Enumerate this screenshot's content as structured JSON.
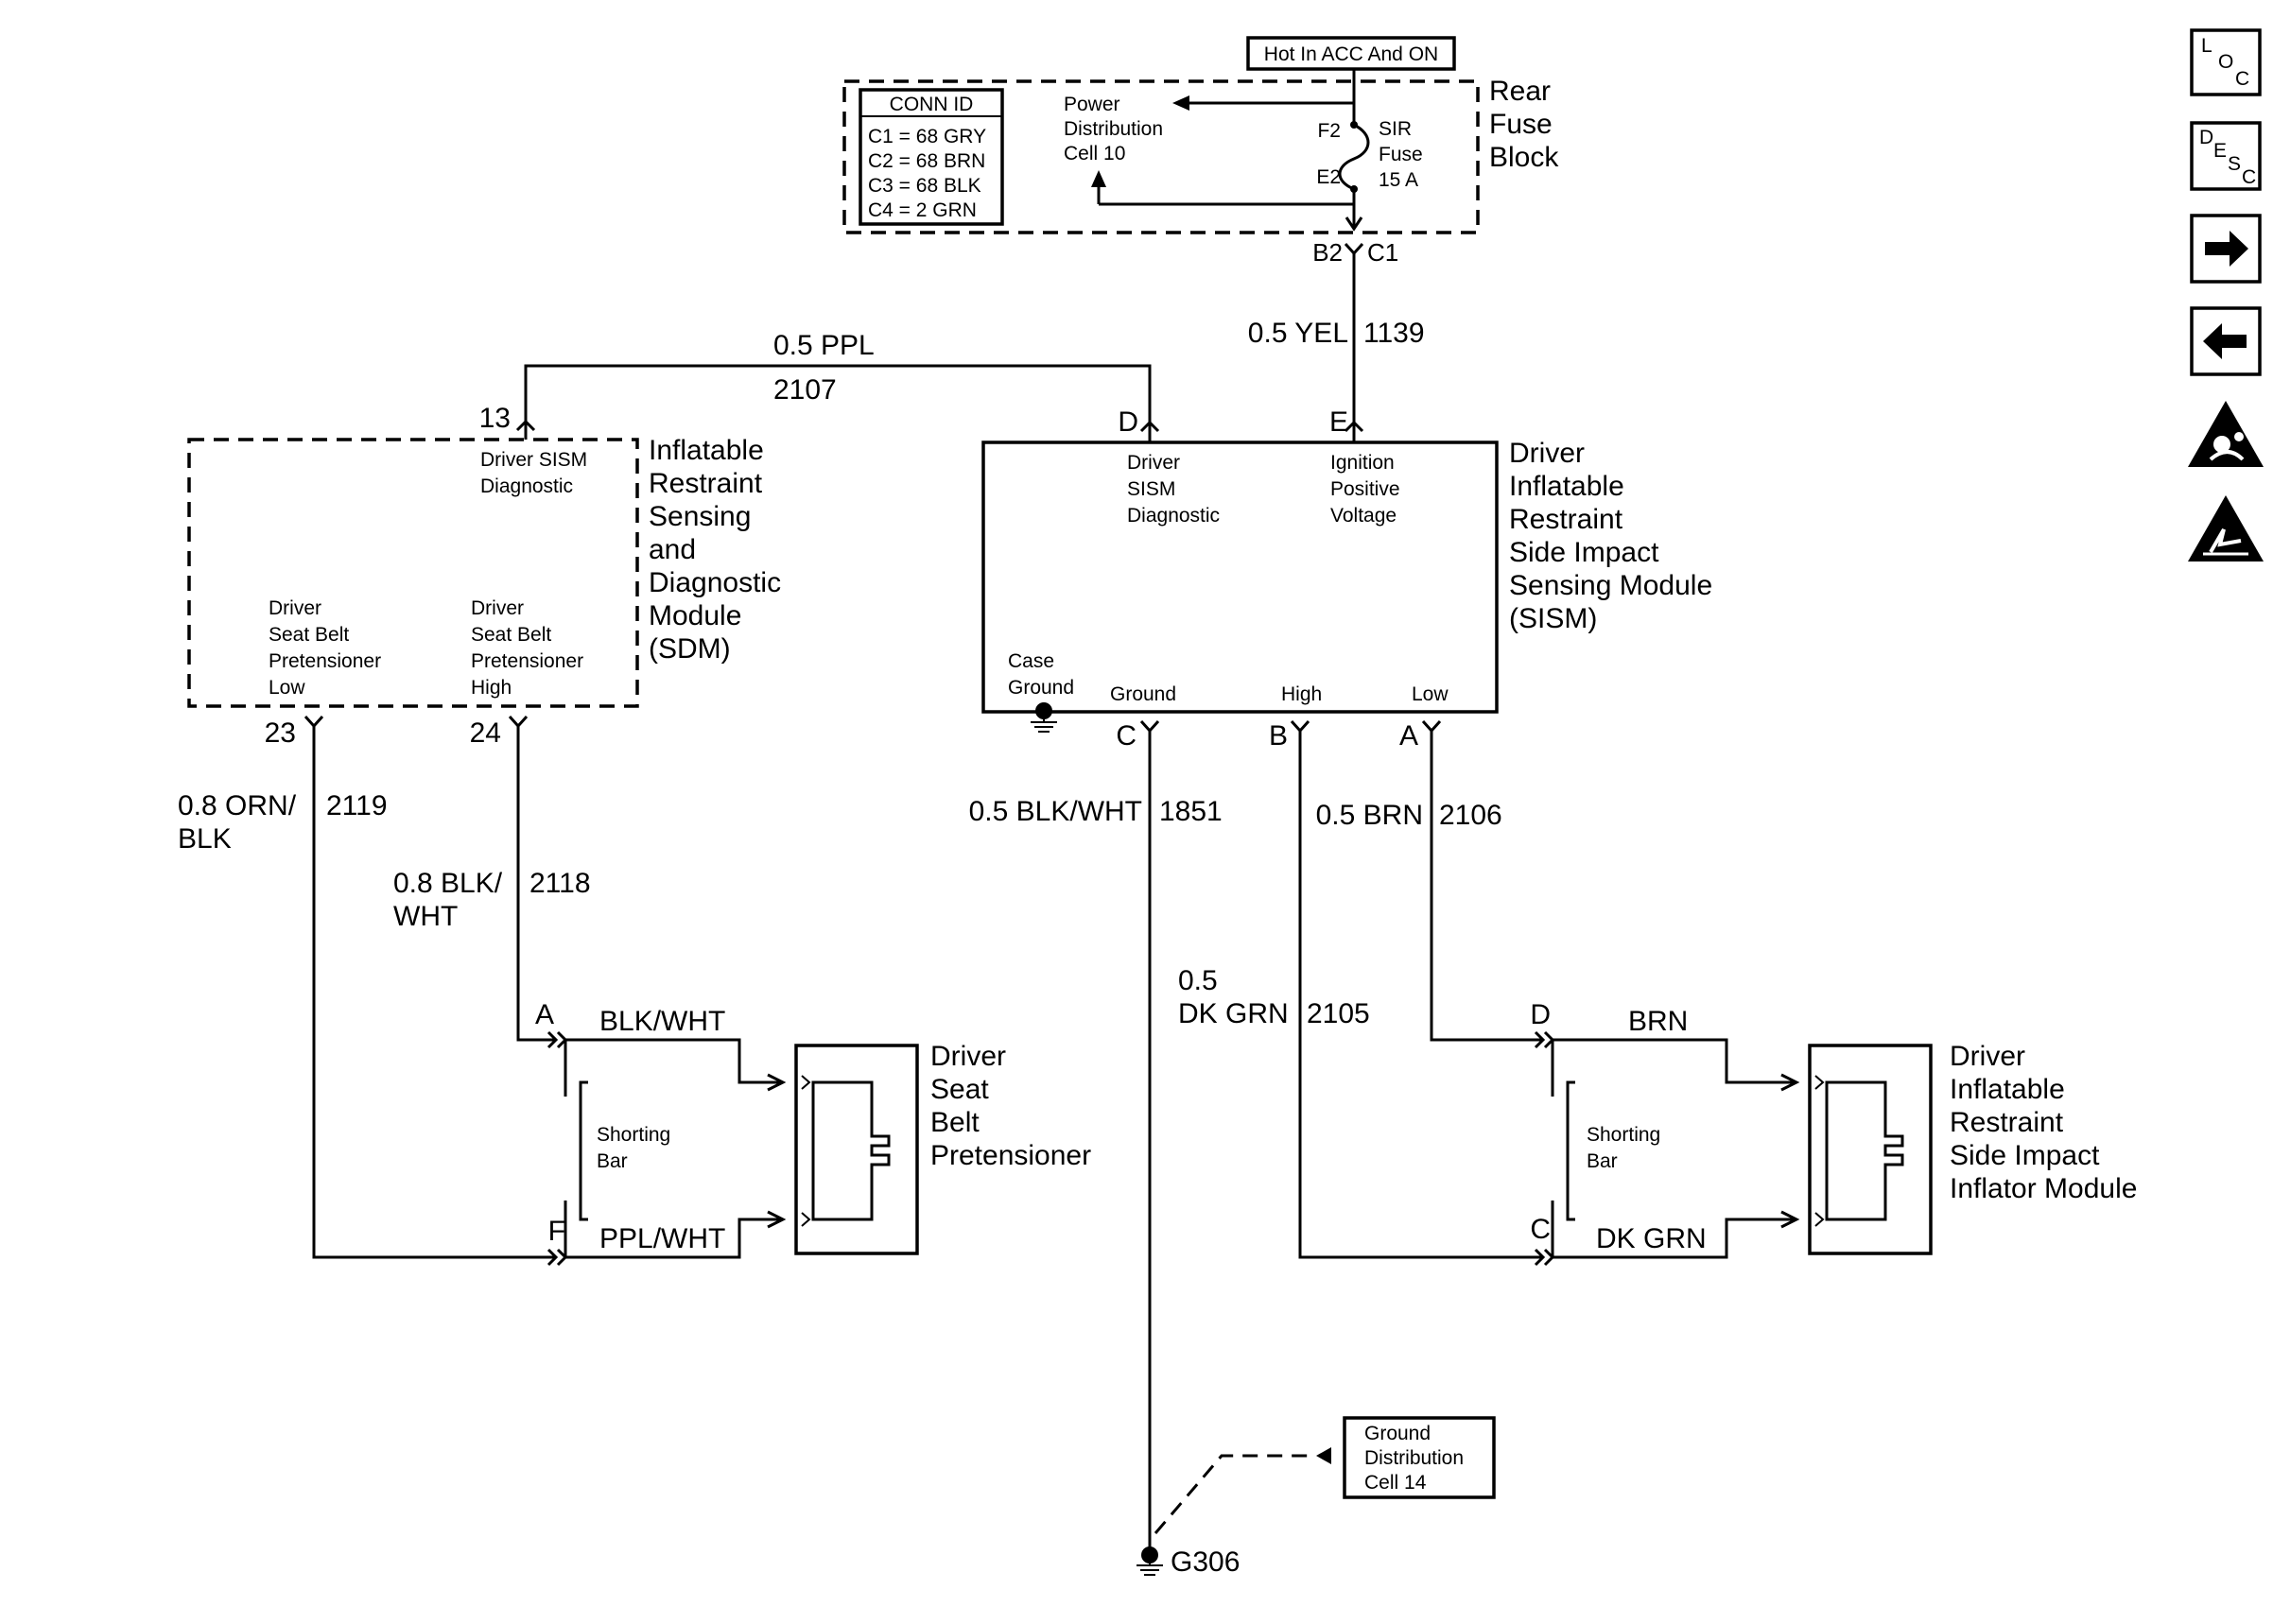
{
  "rear_fuse_block": {
    "label_lines": [
      "Rear",
      "Fuse",
      "Block"
    ],
    "hot_label": "Hot In ACC And ON",
    "conn_id": {
      "header": "CONN ID",
      "rows": [
        "C1 = 68 GRY",
        "C2 = 68 BRN",
        "C3 = 68 BLK",
        "C4 = 2 GRN"
      ]
    },
    "power_distribution_lines": [
      "Power",
      "Distribution",
      "Cell 10"
    ],
    "fuse_label_lines": [
      "SIR",
      "Fuse",
      "15 A"
    ],
    "terminal_f2": "F2",
    "terminal_e2": "E2",
    "terminal_b2": "B2",
    "terminal_c1": "C1"
  },
  "wires": {
    "yel": {
      "color": "0.5 YEL",
      "circuit": "1139"
    },
    "ppl": {
      "color": "0.5 PPL",
      "circuit": "2107"
    },
    "orn_blk": {
      "color_lines": [
        "0.8 ORN/",
        "BLK"
      ],
      "circuit": "2119"
    },
    "blk_wht_sdm": {
      "color_lines": [
        "0.8 BLK/",
        "WHT"
      ],
      "circuit": "2118"
    },
    "blk_wht_sism": {
      "color": "0.5 BLK/WHT",
      "circuit": "1851"
    },
    "dk_grn": {
      "color_lines": [
        "0.5",
        "DK GRN"
      ],
      "circuit": "2105"
    },
    "brn": {
      "color": "0.5 BRN",
      "circuit": "2106"
    }
  },
  "sdm": {
    "label_lines": [
      "Inflatable",
      "Restraint",
      "Sensing",
      "and",
      "Diagnostic",
      "Module",
      "(SDM)"
    ],
    "pin_13": "13",
    "pin_23": "23",
    "pin_24": "24",
    "sism_diag_lines": [
      "Driver SISM",
      "Diagnostic"
    ],
    "low_lines": [
      "Driver",
      "Seat Belt",
      "Pretensioner",
      "Low"
    ],
    "high_lines": [
      "Driver",
      "Seat Belt",
      "Pretensioner",
      "High"
    ]
  },
  "sism": {
    "label_lines": [
      "Driver",
      "Inflatable",
      "Restraint",
      "Side Impact",
      "Sensing Module",
      "(SISM)"
    ],
    "pin_d": "D",
    "pin_e": "E",
    "pin_c": "C",
    "pin_b": "B",
    "pin_a": "A",
    "diag_lines": [
      "Driver",
      "SISM",
      "Diagnostic"
    ],
    "ign_lines": [
      "Ignition",
      "Positive",
      "Voltage"
    ],
    "case_ground_lines": [
      "Case",
      "Ground"
    ],
    "ground": "Ground",
    "high": "High",
    "low": "Low"
  },
  "pretensioner": {
    "label_lines": [
      "Driver",
      "Seat",
      "Belt",
      "Pretensioner"
    ],
    "pin_a": "A",
    "pin_f": "F",
    "wire_top": "BLK/WHT",
    "wire_bottom": "PPL/WHT",
    "shorting_lines": [
      "Shorting",
      "Bar"
    ]
  },
  "inflator": {
    "label_lines": [
      "Driver",
      "Inflatable",
      "Restraint",
      "Side Impact",
      "Inflator Module"
    ],
    "pin_d": "D",
    "pin_c": "C",
    "wire_top": "BRN",
    "wire_bottom": "DK GRN",
    "shorting_lines": [
      "Shorting",
      "Bar"
    ]
  },
  "ground": {
    "label": "G306",
    "cell_lines": [
      "Ground",
      "Distribution",
      "Cell 14"
    ]
  },
  "nav": {
    "loc_letters": [
      "L",
      "O",
      "C"
    ],
    "desc_letters": [
      "D",
      "E",
      "S",
      "C"
    ]
  }
}
